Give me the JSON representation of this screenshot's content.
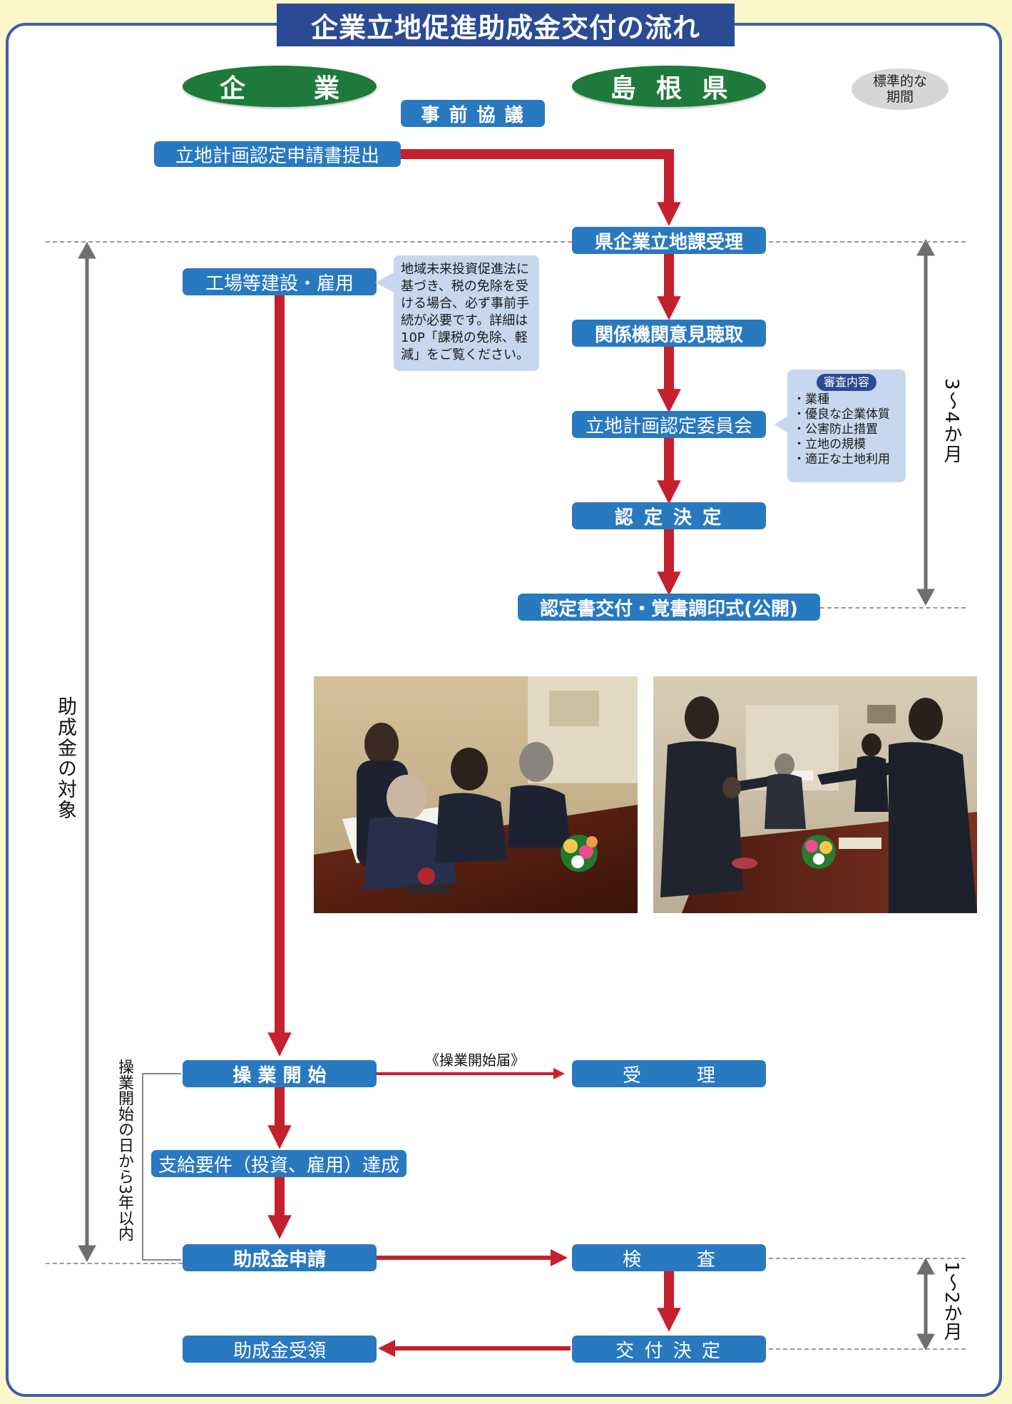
{
  "title": "企業立地促進助成金交付の流れ",
  "headers": {
    "company": "企　業",
    "prefecture": "島 根 県",
    "period_line1": "標準的な",
    "period_line2": "期間"
  },
  "steps": {
    "pre_consultation": "事 前 協 議",
    "plan_application": "立地計画認定申請書提出",
    "prefecture_reception": "県企業立地課受理",
    "factory_construction": "工場等建設・雇用",
    "related_agencies": "関係機関意見聴取",
    "certification_committee": "立地計画認定委員会",
    "certification_decision": "認 定 決 定",
    "certificate_ceremony": "認定書交付・覚書調印式(公開)",
    "operation_start": "操 業 開 始",
    "reception": "受　　　理",
    "requirements_achieved": "支給要件（投資、雇用）達成",
    "subsidy_application": "助成金申請",
    "inspection": "検　　　査",
    "grant_decision": "交 付 決 定",
    "subsidy_receipt": "助成金受領"
  },
  "callout_tax": {
    "lines": [
      "地域未来投資促進法に",
      "基づき、税の免除を受",
      "ける場合、必ず事前手",
      "続が必要です。詳細は",
      "10P「課税の免除、軽",
      "減」をご覧ください。"
    ]
  },
  "review": {
    "title": "審査内容",
    "items": [
      "・業種",
      "・優良な企業体質",
      "・公害防止措置",
      "・立地の規模",
      "・適正な土地利用"
    ]
  },
  "operation_notice_label": "《操業開始届》",
  "periods": {
    "first": "3〜4か月",
    "second": "1〜2か月"
  },
  "subsidy_target_label": "助成金の対象",
  "within_3_years_label": "操業開始の日から3年以内",
  "colors": {
    "box_blue": "#2879c0",
    "arrow_red": "#c4202d",
    "oval_green": "#1d7a3a",
    "frame_blue": "#3c5fa8",
    "title_navy": "#2a4a94"
  }
}
